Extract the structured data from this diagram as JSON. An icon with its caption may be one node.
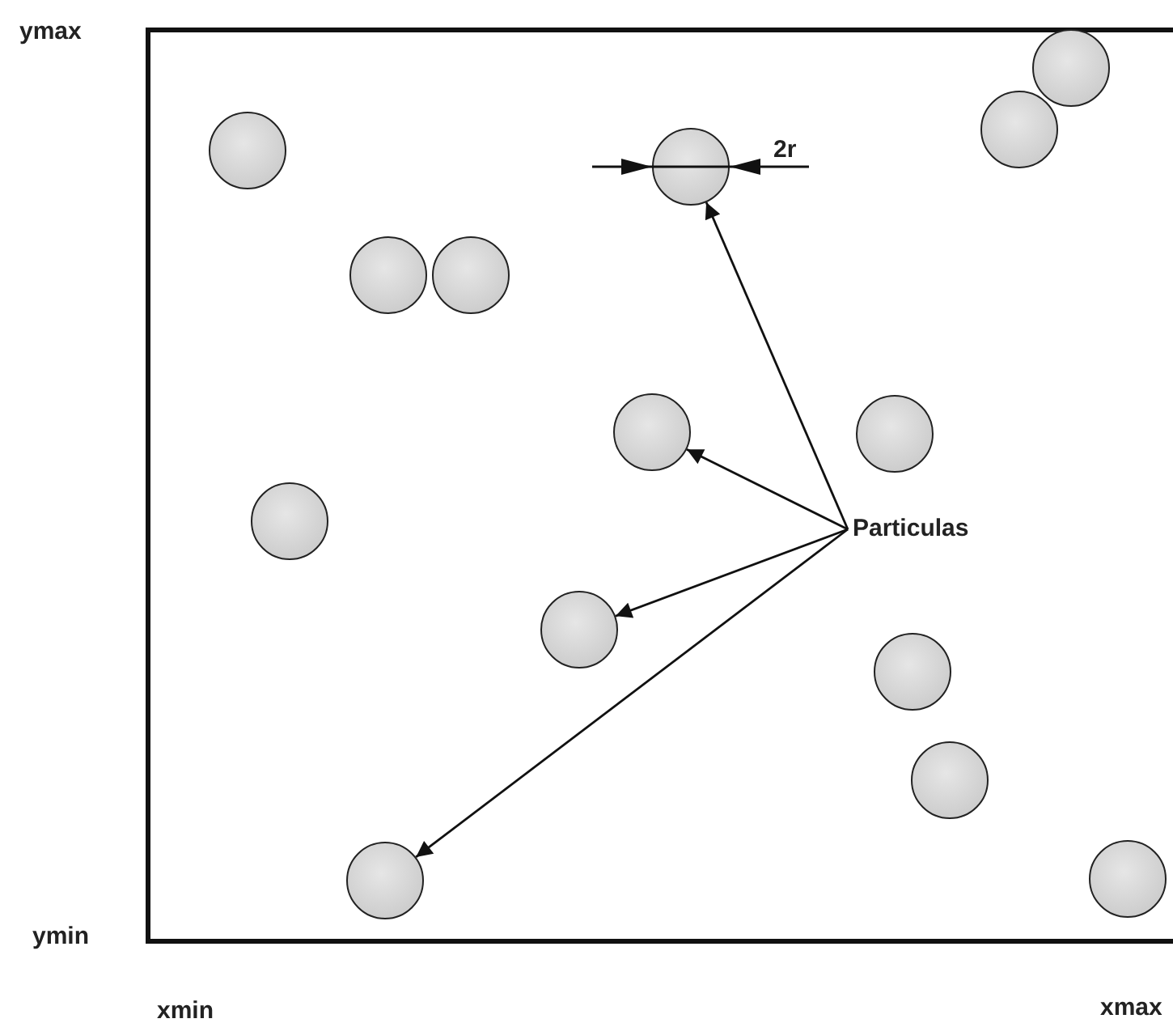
{
  "diagram": {
    "nodes": [
      {
        "text": [],
        "shape": "box"
      },
      {
        "text": [],
        "shape": "circle",
        "in": 0
      },
      {
        "text": [],
        "shape": "circle",
        "in": 0
      },
      {
        "text": [],
        "shape": "circle",
        "in": 0
      },
      {
        "text": [],
        "shape": "circle",
        "in": 0
      },
      {
        "text": [],
        "shape": "circle",
        "in": 0
      },
      {
        "text": [],
        "shape": "circle",
        "in": 0
      },
      {
        "text": [],
        "shape": "circle",
        "in": 0
      },
      {
        "text": [],
        "shape": "circle",
        "in": 0
      },
      {
        "text": [],
        "shape": "circle",
        "in": 0
      },
      {
        "text": [
          "Particulas"
        ],
        "in": 0
      },
      {
        "text": [],
        "shape": "circle",
        "in": 0
      },
      {
        "text": [],
        "shape": "circle",
        "in": 0
      },
      {
        "text": [],
        "shape": "circle",
        "in": 0
      },
      {
        "text": [],
        "shape": "circle",
        "in": 0
      },
      {
        "text": [],
        "shape": "circle",
        "in": 0
      }
    ],
    "edges": [
      {
        "from": 10,
        "to": 4,
        "arrow": "to"
      },
      {
        "from": 10,
        "to": 7,
        "arrow": "to"
      },
      {
        "from": 10,
        "to": 11,
        "arrow": "to"
      },
      {
        "from": 10,
        "to": 14,
        "arrow": "to"
      }
    ],
    "labels": [
      "ymax",
      "2r",
      "ymin",
      "xmin",
      "xmax"
    ]
  }
}
